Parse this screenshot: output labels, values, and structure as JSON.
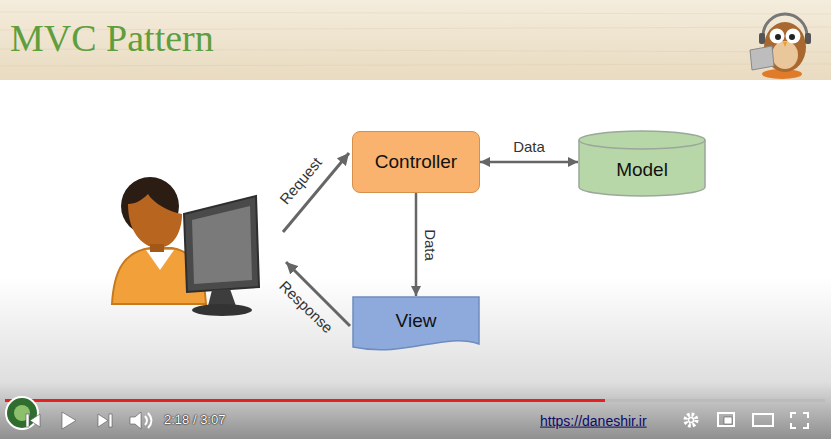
{
  "diagram": {
    "title": "MVC Pattern",
    "nodes": [
      {
        "text": [
          "Controller"
        ]
      },
      {
        "text": [
          "Model"
        ]
      },
      {
        "text": [
          "View"
        ]
      }
    ],
    "edges": [
      {
        "from": 0,
        "to": 1,
        "label": "Data",
        "arrow": "both"
      },
      {
        "from": 0,
        "to": 2,
        "label": "Data",
        "arrow": "to"
      }
    ],
    "labels": [
      "Request",
      "Response",
      "2:18 / 3:07",
      "https://daneshir.ir"
    ]
  }
}
